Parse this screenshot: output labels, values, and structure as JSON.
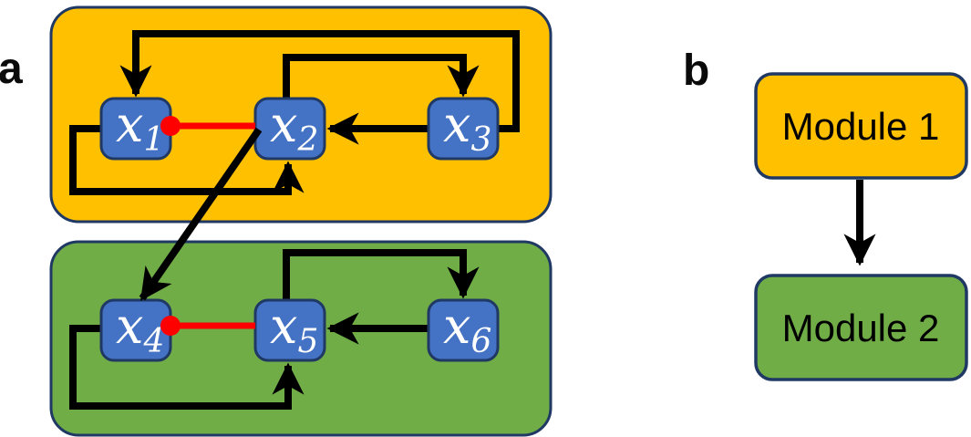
{
  "figure": {
    "panel_a_label": "a",
    "panel_b_label": "b"
  },
  "diagram": {
    "modules": [
      {
        "name": "Module 1",
        "color": "#FFC000",
        "nodes": [
          "x1",
          "x2",
          "x3"
        ]
      },
      {
        "name": "Module 2",
        "color": "#70AD47",
        "nodes": [
          "x4",
          "x5",
          "x6"
        ]
      }
    ],
    "nodes": [
      {
        "id": "x1",
        "base": "x",
        "sub": "1",
        "module": "Module 1"
      },
      {
        "id": "x2",
        "base": "x",
        "sub": "2",
        "module": "Module 1"
      },
      {
        "id": "x3",
        "base": "x",
        "sub": "3",
        "module": "Module 1"
      },
      {
        "id": "x4",
        "base": "x",
        "sub": "4",
        "module": "Module 2"
      },
      {
        "id": "x5",
        "base": "x",
        "sub": "5",
        "module": "Module 2"
      },
      {
        "id": "x6",
        "base": "x",
        "sub": "6",
        "module": "Module 2"
      }
    ],
    "edges": [
      {
        "from": "x3",
        "to": "x1",
        "type": "activation-arrow"
      },
      {
        "from": "x2",
        "to": "x3",
        "type": "activation-arrow"
      },
      {
        "from": "x3",
        "to": "x2",
        "type": "activation-arrow"
      },
      {
        "from": "x1",
        "to": "x2",
        "type": "activation-arrow"
      },
      {
        "from": "x2",
        "to": "x1",
        "type": "inhibition-dot"
      },
      {
        "from": "x2",
        "to": "x4",
        "type": "activation-arrow"
      },
      {
        "from": "x5",
        "to": "x6",
        "type": "activation-arrow"
      },
      {
        "from": "x6",
        "to": "x5",
        "type": "activation-arrow"
      },
      {
        "from": "x4",
        "to": "x5",
        "type": "activation-arrow"
      },
      {
        "from": "x5",
        "to": "x4",
        "type": "inhibition-dot"
      }
    ],
    "module_edges": [
      {
        "from": "Module 1",
        "to": "Module 2",
        "type": "activation-arrow"
      }
    ],
    "colors": {
      "module1_fill": "#FFC000",
      "module2_fill": "#70AD47",
      "node_fill": "#4472C4",
      "node_border": "#203864",
      "module_border": "#1F3864",
      "edge_black": "#000000",
      "inhibition_red": "#FF0000"
    }
  },
  "panel_b": {
    "module1_label": "Module 1",
    "module2_label": "Module 2"
  }
}
